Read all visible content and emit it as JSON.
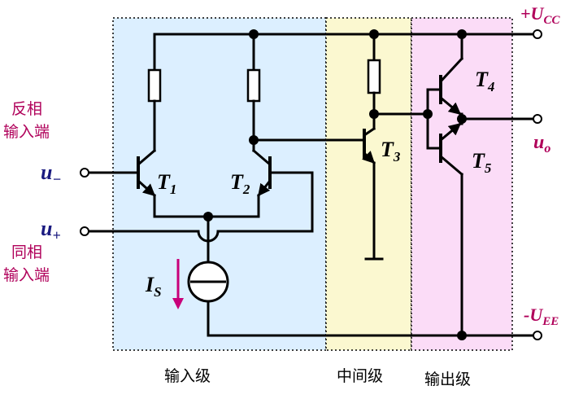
{
  "title": "",
  "stages": {
    "input": "输入级",
    "middle": "中间级",
    "output": "输出级"
  },
  "inputs": {
    "inverting_cn_line1": "反相",
    "inverting_cn_line2": "输入端",
    "non_inverting_cn_line1": "同相",
    "non_inverting_cn_line2": "输入端",
    "u_minus_base": "u",
    "u_minus_sub": "−",
    "u_plus_base": "u",
    "u_plus_sub": "+"
  },
  "transistors": {
    "t1": {
      "base": "T",
      "sub": "1"
    },
    "t2": {
      "base": "T",
      "sub": "2"
    },
    "t3": {
      "base": "T",
      "sub": "3"
    },
    "t4": {
      "base": "T",
      "sub": "4"
    },
    "t5": {
      "base": "T",
      "sub": "5"
    }
  },
  "source": {
    "base": "I",
    "sub": "S"
  },
  "rails": {
    "vcc_base": "+U",
    "vcc_sub": "CC",
    "vee_base": "-U",
    "vee_sub": "EE"
  },
  "output": {
    "base": "u",
    "sub": "o"
  },
  "colors": {
    "input_stage_bg": "#dcefff",
    "middle_stage_bg": "#fbf8d0",
    "output_stage_bg": "#fbdcf7",
    "magenta": "#b0005a",
    "navy": "#1a1a80",
    "arrow": "#c8007a"
  }
}
